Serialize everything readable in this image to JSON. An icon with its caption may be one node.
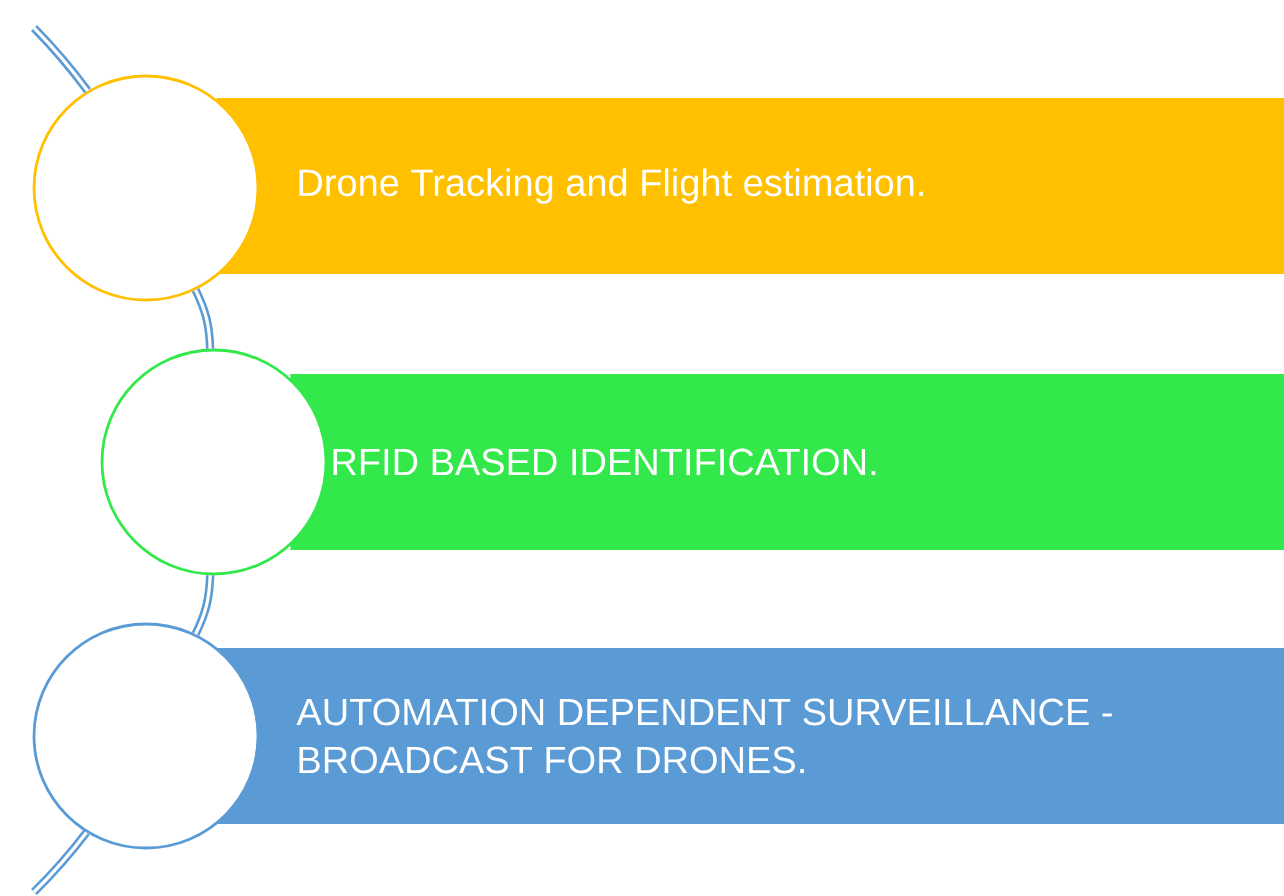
{
  "diagram": {
    "nodes": [
      {
        "text": [],
        "shape": "circle"
      },
      {
        "text": [
          "Drone Tracking and Flight estimation."
        ]
      },
      {
        "text": [],
        "shape": "circle"
      },
      {
        "text": [
          "RFID BASED IDENTIFICATION."
        ]
      },
      {
        "text": [],
        "shape": "circle"
      },
      {
        "text": [
          "AUTOMATION DEPENDENT SURVEILLANCE - BROADCAST FOR DRONES."
        ]
      }
    ],
    "edges": [
      {
        "from": null,
        "to": 0,
        "arrow": "none"
      },
      {
        "from": 0,
        "to": 2,
        "arrow": "none"
      },
      {
        "from": 2,
        "to": 4,
        "arrow": "none"
      },
      {
        "from": 4,
        "to": null,
        "arrow": "none"
      }
    ]
  }
}
